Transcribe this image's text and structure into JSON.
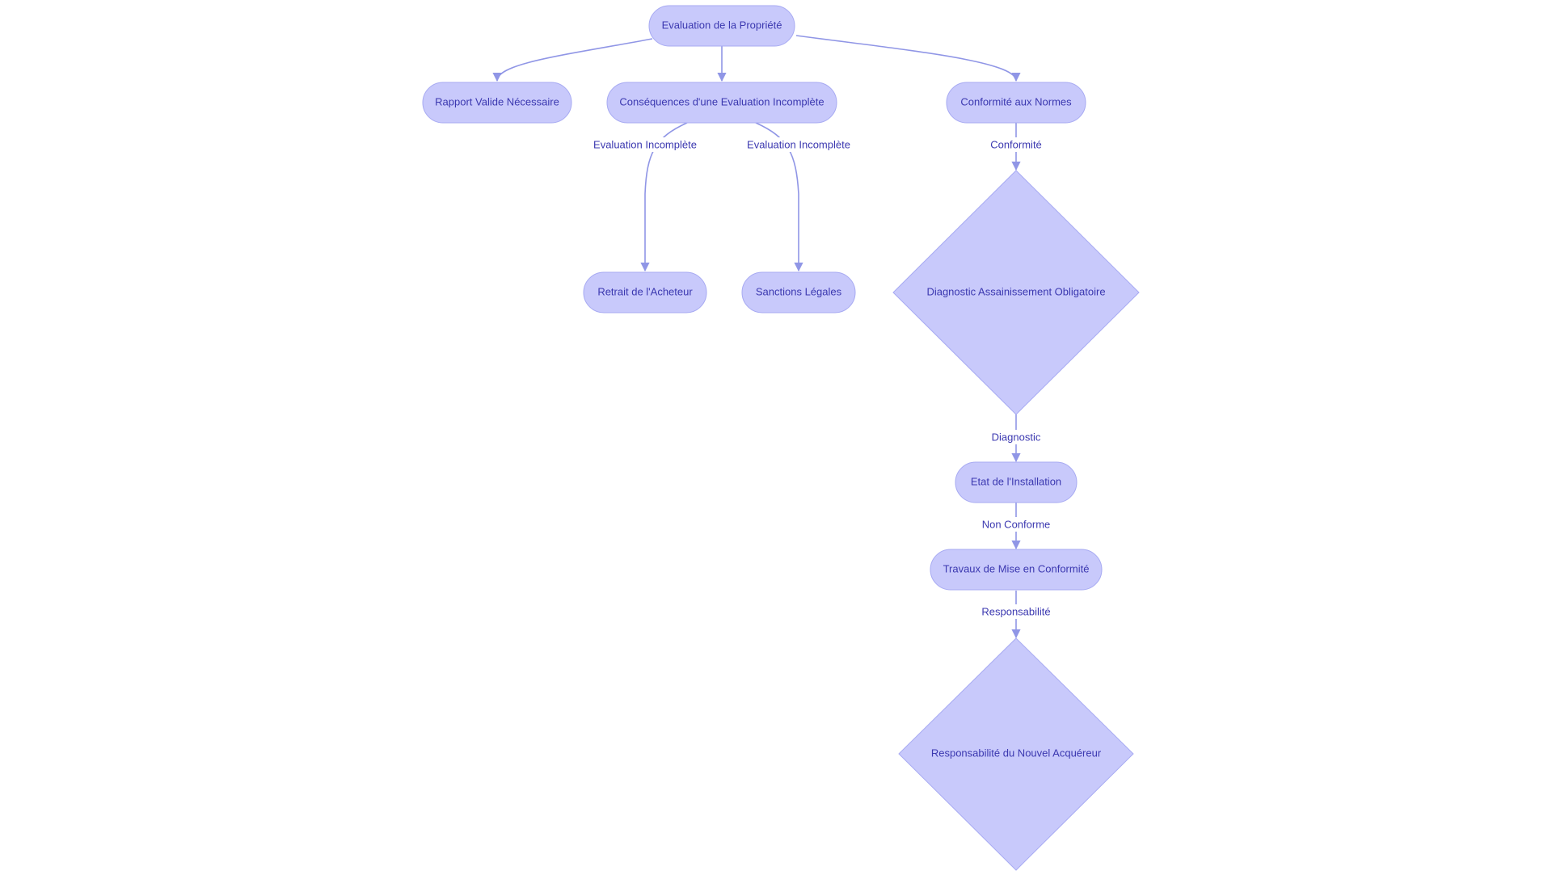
{
  "diagram": {
    "nodes": {
      "eval": {
        "label": "Evaluation de la Propriété"
      },
      "rapport": {
        "label": "Rapport Valide Nécessaire"
      },
      "consequences": {
        "label": "Conséquences d'une Evaluation Incomplète"
      },
      "conformite": {
        "label": "Conformité aux Normes"
      },
      "retrait": {
        "label": "Retrait de l'Acheteur"
      },
      "sanctions": {
        "label": "Sanctions Légales"
      },
      "diagnostic": {
        "label": "Diagnostic Assainissement Obligatoire"
      },
      "etat": {
        "label": "Etat de l'Installation"
      },
      "travaux": {
        "label": "Travaux de Mise en Conformité"
      },
      "responsabilite": {
        "label": "Responsabilité du Nouvel Acquéreur"
      }
    },
    "edges": {
      "eval_incomplete_1": {
        "label": "Evaluation Incomplète"
      },
      "eval_incomplete_2": {
        "label": "Evaluation Incomplète"
      },
      "conformite": {
        "label": "Conformité"
      },
      "diagnostic": {
        "label": "Diagnostic"
      },
      "non_conforme": {
        "label": "Non Conforme"
      },
      "responsabilite": {
        "label": "Responsabilité"
      }
    },
    "colors": {
      "node_fill": "#c8c9fb",
      "node_stroke": "#a7aaf2",
      "edge": "#9096e6",
      "text": "#3b38b0"
    }
  }
}
